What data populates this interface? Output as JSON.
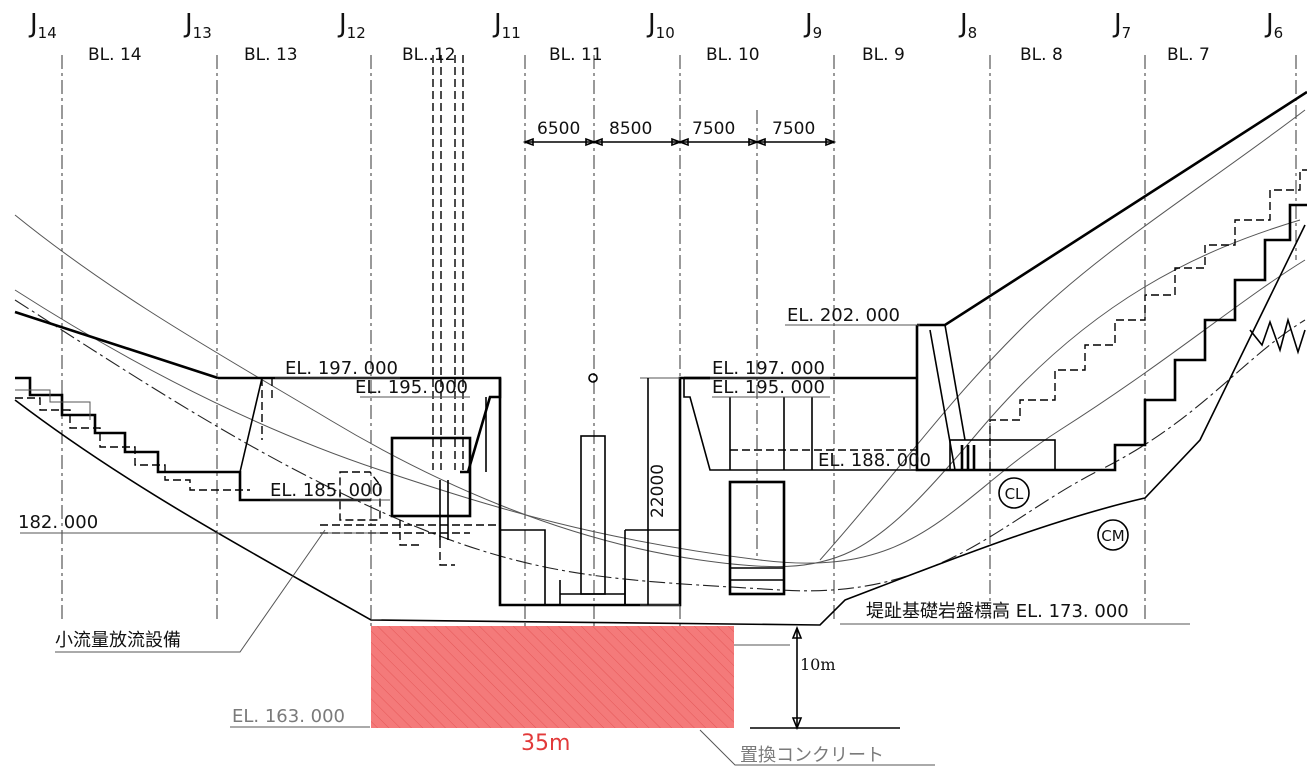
{
  "joints": [
    {
      "id": "J14",
      "main": "J",
      "sub": "14"
    },
    {
      "id": "J13",
      "main": "J",
      "sub": "13"
    },
    {
      "id": "J12",
      "main": "J",
      "sub": "12"
    },
    {
      "id": "J11",
      "main": "J",
      "sub": "11"
    },
    {
      "id": "J10",
      "main": "J",
      "sub": "10"
    },
    {
      "id": "J9",
      "main": "J",
      "sub": "9"
    },
    {
      "id": "J8",
      "main": "J",
      "sub": "8"
    },
    {
      "id": "J7",
      "main": "J",
      "sub": "7"
    },
    {
      "id": "J6",
      "main": "J",
      "sub": "6"
    }
  ],
  "blocks": [
    "BL. 14",
    "BL. 13",
    "BL..12",
    "BL. 11",
    "BL. 10",
    "BL. 9",
    "BL. 8",
    "BL. 7"
  ],
  "dimensions": {
    "widths": [
      "6500",
      "8500",
      "7500",
      "7500"
    ],
    "height": "22000",
    "replacement_depth": "10m",
    "replacement_width": "35m"
  },
  "elevations": {
    "el202": "EL. 202. 000",
    "el197_left": "EL. 197. 000",
    "el195_left": "EL. 195. 000",
    "el197_right": "EL. 197. 000",
    "el195_right": "EL. 195. 000",
    "el188": "EL. 188. 000",
    "el185": "EL. 185. 000",
    "el182": "182. 000",
    "el173": "堤趾基礎岩盤標高 EL. 173. 000",
    "el163": "EL. 163. 000"
  },
  "zones": {
    "cl": "CL",
    "cm": "CM"
  },
  "notes": {
    "small_discharge": "小流量放流設備",
    "replacement_concrete": "置換コンクリート"
  },
  "colors": {
    "replacement_fill": "#f47a7a",
    "dimension_red": "#e23a3a",
    "line": "#000000",
    "gray_text": "#7a7a7a"
  }
}
